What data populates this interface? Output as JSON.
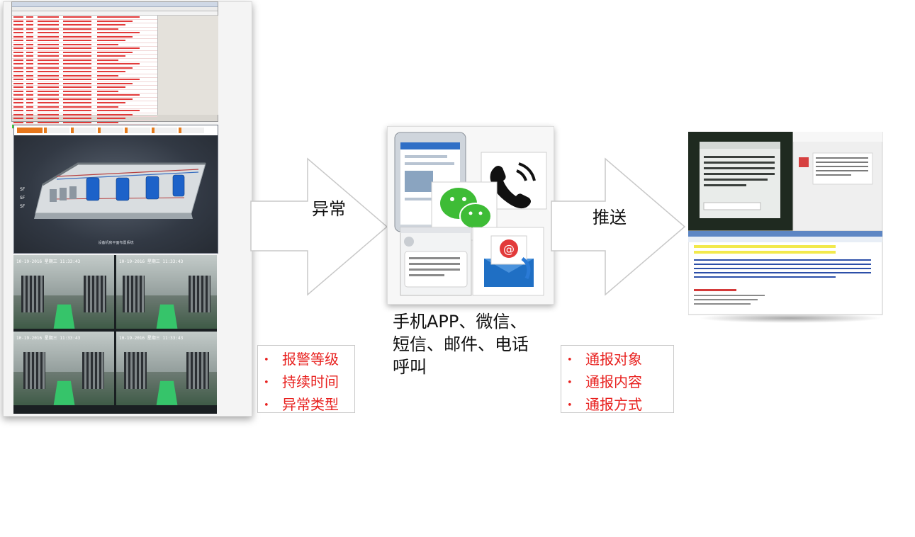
{
  "left": {
    "cam_timestamps": [
      "10-19-2016 星期三 11:33:43",
      "10-19-2016 星期三 11:33:43",
      "10-19-2016 星期三 11:33:43",
      "10-19-2016 星期三 11:33:43"
    ],
    "floorplan_caption": "设备机房平面布置系统"
  },
  "arrow1_label": "异常",
  "arrow2_label": "推送",
  "channels_lines": [
    "手机APP、微信、",
    "短信、邮件、电话",
    "呼叫"
  ],
  "alarm_factors": [
    "报警等级",
    "持续时间",
    "异常类型"
  ],
  "notify_factors": [
    "通报对象",
    "通报内容",
    "通报方式"
  ],
  "colors": {
    "bullet": "#e8211f",
    "wechat": "#3ebc36",
    "arrow_fill": "#ffffff"
  },
  "icons": [
    "phone-handset-icon",
    "wechat-icon",
    "email-at-icon",
    "smartphone-icon"
  ]
}
